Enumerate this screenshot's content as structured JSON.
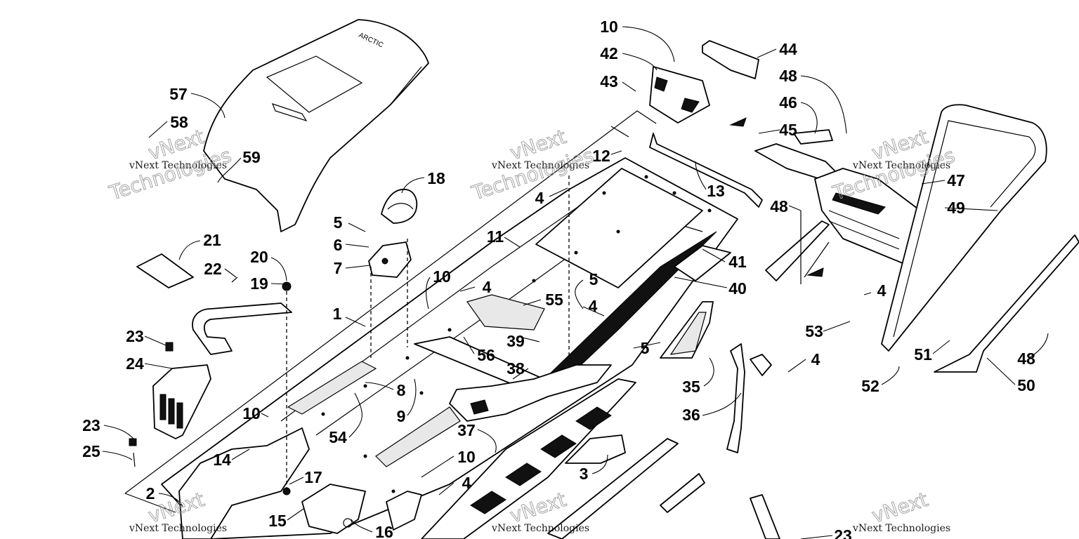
{
  "diagram": {
    "watermark": {
      "line1": "vNext Technologies",
      "line2": "vNext",
      "line3": "Technologies"
    },
    "callouts": [
      {
        "id": "c10a",
        "label": "10"
      },
      {
        "id": "c42",
        "label": "42"
      },
      {
        "id": "c43",
        "label": "43"
      },
      {
        "id": "c44",
        "label": "44"
      },
      {
        "id": "c48a",
        "label": "48"
      },
      {
        "id": "c46",
        "label": "46"
      },
      {
        "id": "c45",
        "label": "45"
      },
      {
        "id": "c57",
        "label": "57"
      },
      {
        "id": "c58",
        "label": "58"
      },
      {
        "id": "c59",
        "label": "59"
      },
      {
        "id": "c18",
        "label": "18"
      },
      {
        "id": "c12",
        "label": "12"
      },
      {
        "id": "c13",
        "label": "13"
      },
      {
        "id": "c4a",
        "label": "4"
      },
      {
        "id": "c47",
        "label": "47"
      },
      {
        "id": "c48b",
        "label": "48"
      },
      {
        "id": "c49",
        "label": "49"
      },
      {
        "id": "c5a",
        "label": "5"
      },
      {
        "id": "c6",
        "label": "6"
      },
      {
        "id": "c7",
        "label": "7"
      },
      {
        "id": "c21",
        "label": "21"
      },
      {
        "id": "c20",
        "label": "20"
      },
      {
        "id": "c22",
        "label": "22"
      },
      {
        "id": "c19",
        "label": "19"
      },
      {
        "id": "c11",
        "label": "11"
      },
      {
        "id": "c41",
        "label": "41"
      },
      {
        "id": "c10b",
        "label": "10"
      },
      {
        "id": "c4b",
        "label": "4"
      },
      {
        "id": "c5b",
        "label": "5"
      },
      {
        "id": "c40",
        "label": "40"
      },
      {
        "id": "c55",
        "label": "55"
      },
      {
        "id": "c4c",
        "label": "4"
      },
      {
        "id": "c4d",
        "label": "4"
      },
      {
        "id": "c1",
        "label": "1"
      },
      {
        "id": "c23a",
        "label": "23"
      },
      {
        "id": "c39",
        "label": "39"
      },
      {
        "id": "c53",
        "label": "53"
      },
      {
        "id": "c24",
        "label": "24"
      },
      {
        "id": "c56",
        "label": "56"
      },
      {
        "id": "c5c",
        "label": "5"
      },
      {
        "id": "c4e",
        "label": "4"
      },
      {
        "id": "c51",
        "label": "51"
      },
      {
        "id": "c48c",
        "label": "48"
      },
      {
        "id": "c38",
        "label": "38"
      },
      {
        "id": "c8",
        "label": "8"
      },
      {
        "id": "c35",
        "label": "35"
      },
      {
        "id": "c52",
        "label": "52"
      },
      {
        "id": "c50",
        "label": "50"
      },
      {
        "id": "c9",
        "label": "9"
      },
      {
        "id": "c36",
        "label": "36"
      },
      {
        "id": "c10c",
        "label": "10"
      },
      {
        "id": "c23b",
        "label": "23"
      },
      {
        "id": "c37",
        "label": "37"
      },
      {
        "id": "c25",
        "label": "25"
      },
      {
        "id": "c54",
        "label": "54"
      },
      {
        "id": "c14",
        "label": "14"
      },
      {
        "id": "c10d",
        "label": "10"
      },
      {
        "id": "c3",
        "label": "3"
      },
      {
        "id": "c17",
        "label": "17"
      },
      {
        "id": "c4f",
        "label": "4"
      },
      {
        "id": "c2",
        "label": "2"
      },
      {
        "id": "c15",
        "label": "15"
      },
      {
        "id": "c16",
        "label": "16"
      },
      {
        "id": "c23c",
        "label": "23"
      }
    ]
  }
}
